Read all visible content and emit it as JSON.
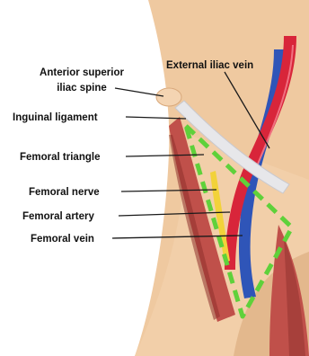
{
  "labels": {
    "anterior_superior_line1": "Anterior superior",
    "anterior_superior_line2": "iliac spine",
    "external_iliac_vein": "External iliac vein",
    "inguinal_ligament": "Inguinal ligament",
    "femoral_triangle": "Femoral triangle",
    "femoral_nerve": "Femoral nerve",
    "femoral_artery": "Femoral artery",
    "femoral_vein": "Femoral vein"
  },
  "colors": {
    "skin": "#efc9a0",
    "skin_shadow": "#d9a97c",
    "muscle": "#c0504a",
    "muscle_dark": "#8e2f2b",
    "artery": "#d8253a",
    "vein": "#2f55b8",
    "nerve": "#f2d23a",
    "ligament": "#e7e7ea",
    "triangle_outline": "#5fd13a",
    "leader_line": "#1a1a1a"
  }
}
